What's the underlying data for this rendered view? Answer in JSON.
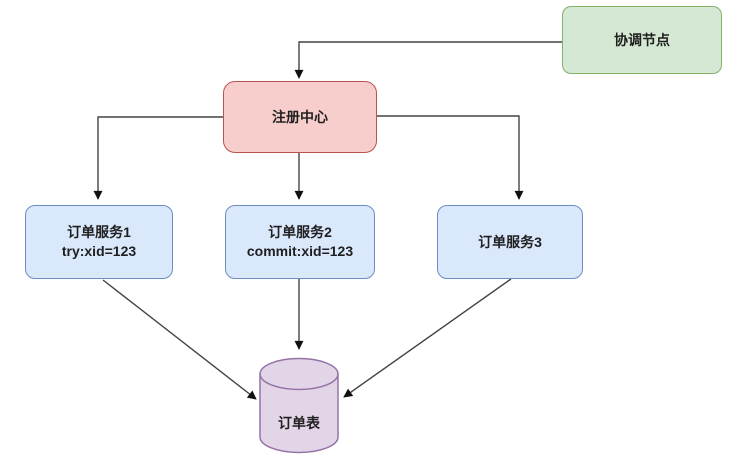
{
  "diagram": {
    "nodes": {
      "coordinator": {
        "label": "协调节点"
      },
      "registry": {
        "label": "注册中心"
      },
      "service1": {
        "label": "订单服务1",
        "sub": "try:xid=123"
      },
      "service2": {
        "label": "订单服务2",
        "sub": "commit:xid=123"
      },
      "service3": {
        "label": "订单服务3"
      },
      "order_table": {
        "label": "订单表"
      }
    },
    "edges": [
      {
        "from": "协调节点",
        "to": "注册中心"
      },
      {
        "from": "注册中心",
        "to": "订单服务1"
      },
      {
        "from": "注册中心",
        "to": "订单服务2"
      },
      {
        "from": "注册中心",
        "to": "订单服务3"
      },
      {
        "from": "订单服务1",
        "to": "订单表"
      },
      {
        "from": "订单服务2",
        "to": "订单表"
      },
      {
        "from": "订单服务3",
        "to": "订单表"
      }
    ],
    "palette": {
      "coordinator_fill": "#d5e8d4",
      "coordinator_stroke": "#82b366",
      "registry_fill": "#f8cecc",
      "registry_stroke": "#b85450",
      "service_fill": "#dae8fc",
      "service_stroke": "#6c8ebf",
      "database_fill": "#e1d5e7",
      "database_stroke": "#9673a6",
      "edge_color": "#444444",
      "text_color": "#1f1f1f",
      "background": "#ffffff"
    }
  }
}
